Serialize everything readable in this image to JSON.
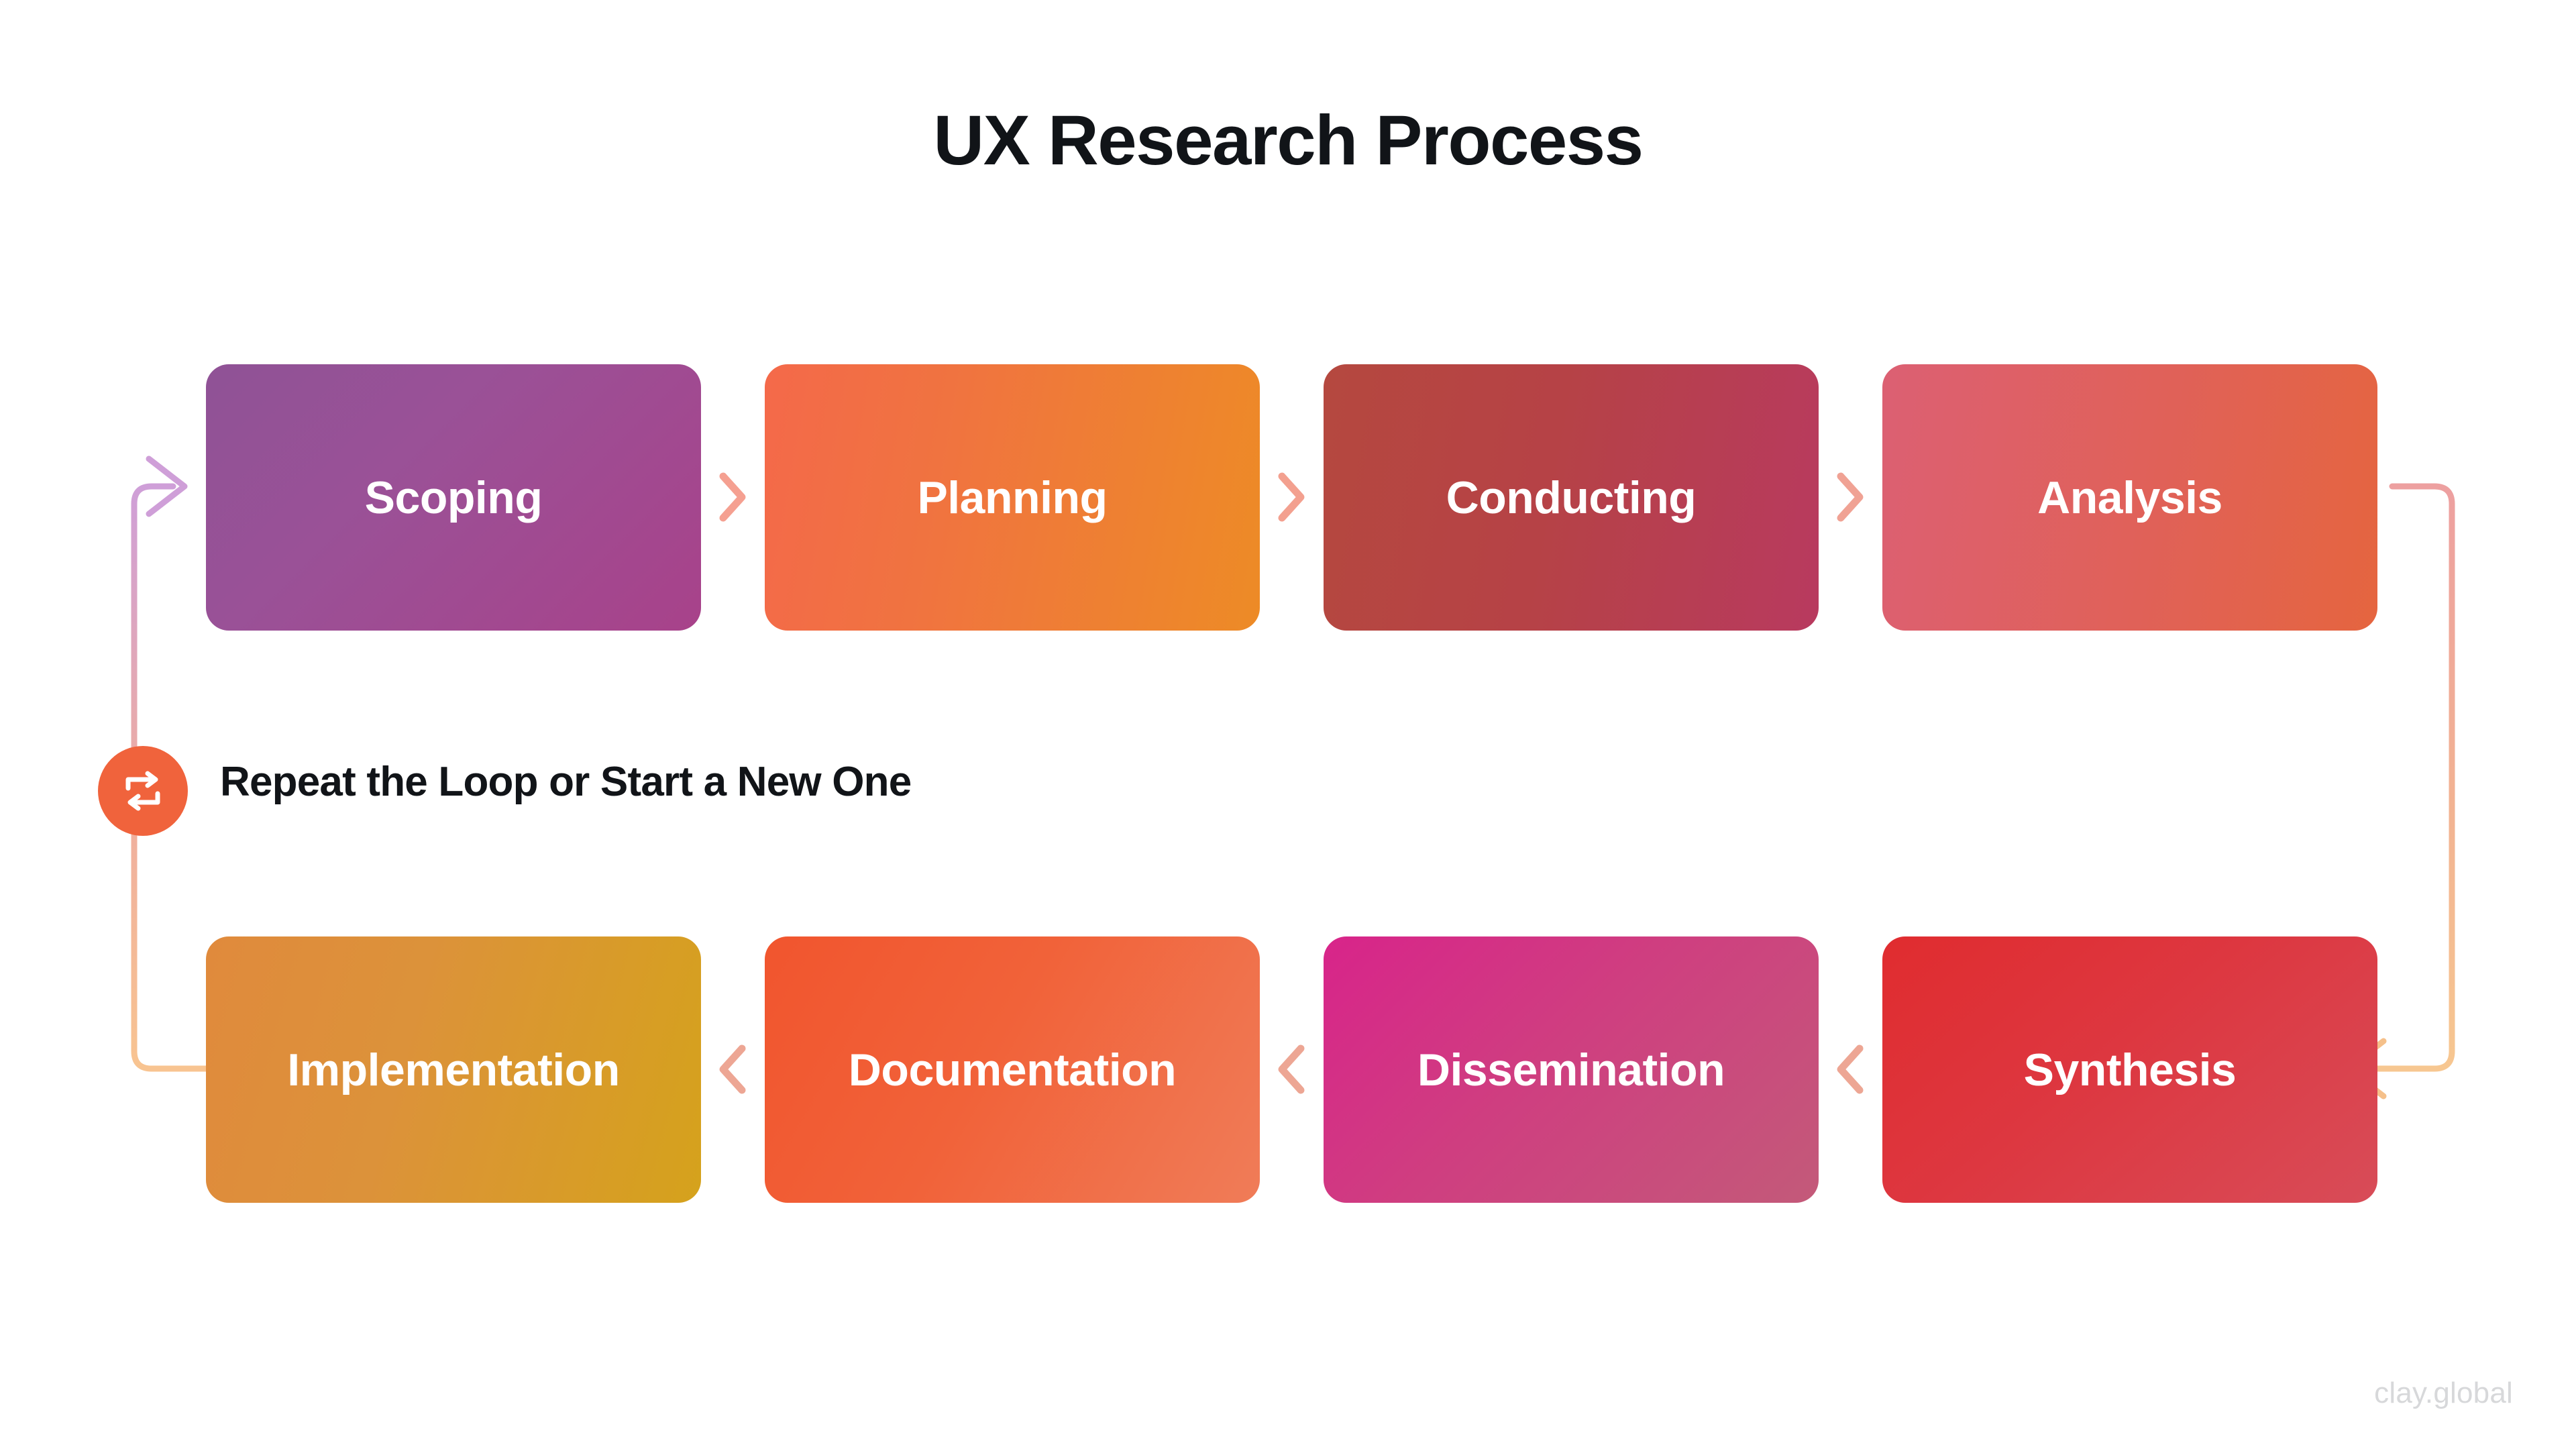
{
  "page": {
    "title": "UX Research Process",
    "background_color": "#ffffff",
    "watermark": "clay.global"
  },
  "diagram": {
    "type": "process-flow-loop",
    "rows": 2,
    "columns": 4,
    "row1_direction": "left-to-right",
    "row2_direction": "right-to-left",
    "steps": [
      {
        "id": "scoping",
        "label": "Scoping",
        "row": 1,
        "col": 1,
        "order": 1,
        "gradient_from": "#8f5296",
        "gradient_to": "#a8428a"
      },
      {
        "id": "planning",
        "label": "Planning",
        "row": 1,
        "col": 2,
        "order": 2,
        "gradient_from": "#f4694a",
        "gradient_to": "#ed8b26"
      },
      {
        "id": "conducting",
        "label": "Conducting",
        "row": 1,
        "col": 3,
        "order": 3,
        "gradient_from": "#b5483f",
        "gradient_to": "#b83a5f"
      },
      {
        "id": "analysis",
        "label": "Analysis",
        "row": 1,
        "col": 4,
        "order": 4,
        "gradient_from": "#dc6073",
        "gradient_to": "#e5653f"
      },
      {
        "id": "synthesis",
        "label": "Synthesis",
        "row": 2,
        "col": 4,
        "order": 5,
        "gradient_from": "#e02c2f",
        "gradient_to": "#d84c58"
      },
      {
        "id": "dissemination",
        "label": "Dissemination",
        "row": 2,
        "col": 3,
        "order": 6,
        "gradient_from": "#d8248a",
        "gradient_to": "#c35a79"
      },
      {
        "id": "documentation",
        "label": "Documentation",
        "row": 2,
        "col": 2,
        "order": 7,
        "gradient_from": "#f1552e",
        "gradient_to": "#f07c58"
      },
      {
        "id": "implementation",
        "label": "Implementation",
        "row": 2,
        "col": 1,
        "order": 8,
        "gradient_from": "#e08a3c",
        "gradient_to": "#d5a21c"
      }
    ],
    "connectors": {
      "row1_chevrons": [
        {
          "from": "scoping",
          "to": "planning",
          "glyph": "chevron-right",
          "color": "#f5a091"
        },
        {
          "from": "planning",
          "to": "conducting",
          "glyph": "chevron-right",
          "color": "#f3a08f"
        },
        {
          "from": "conducting",
          "to": "analysis",
          "glyph": "chevron-right",
          "color": "#f0a294"
        }
      ],
      "row2_chevrons": [
        {
          "from": "documentation",
          "to": "implementation",
          "glyph": "chevron-left",
          "color": "#eda694"
        },
        {
          "from": "dissemination",
          "to": "documentation",
          "glyph": "chevron-left",
          "color": "#eda694"
        },
        {
          "from": "synthesis",
          "to": "dissemination",
          "glyph": "chevron-left",
          "color": "#eda694"
        }
      ],
      "right_wrap": {
        "from": "analysis",
        "to": "synthesis",
        "shape": "right-down-left",
        "arrowhead": "left",
        "color_start": "#eda0a0",
        "color_end": "#f5c08a"
      },
      "left_wrap": {
        "from": "implementation",
        "to": "scoping",
        "shape": "left-up-right",
        "arrowhead": "right",
        "color_start": "#f8c491",
        "color_end": "#cf9fd8"
      }
    },
    "loop_note": {
      "badge_icon": "repeat-icon",
      "badge_color": "#f0633c",
      "caption": "Repeat the Loop or Start a New One"
    }
  }
}
